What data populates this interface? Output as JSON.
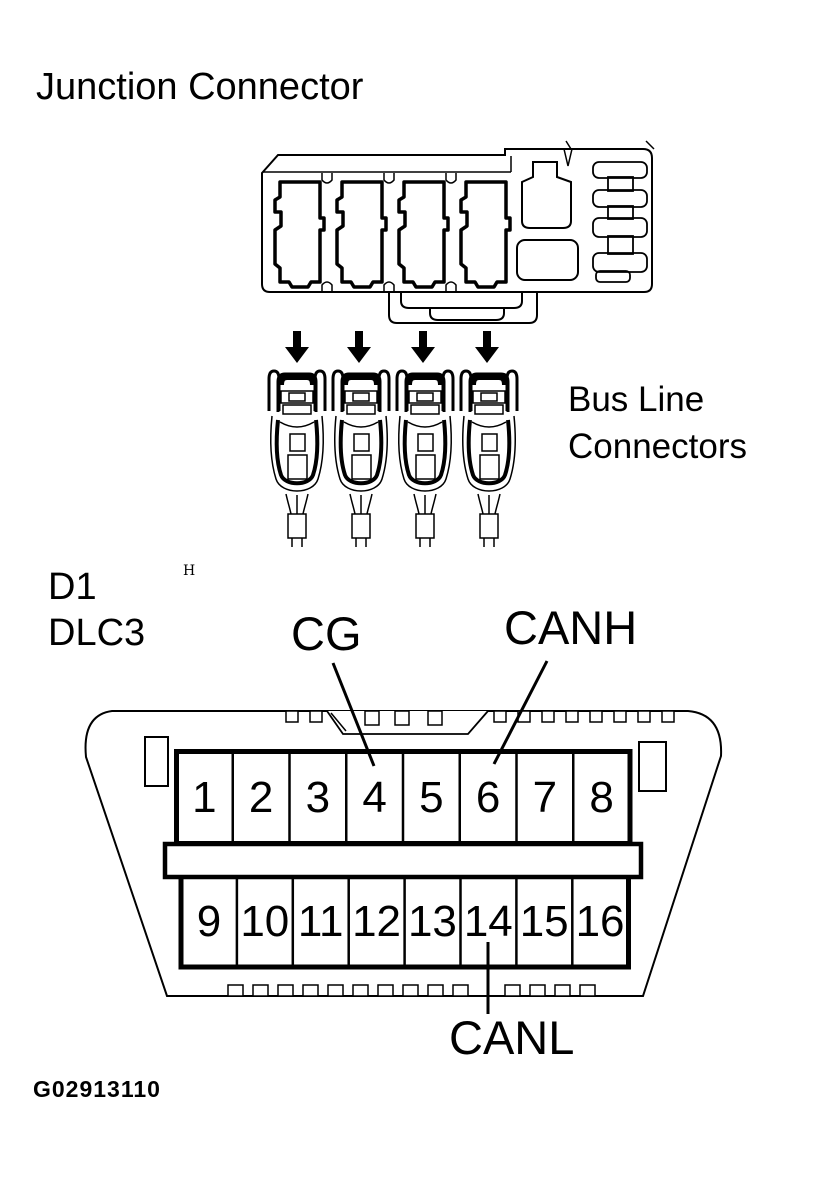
{
  "title": "Junction Connector",
  "bus_line_label": "Bus Line Connectors",
  "figure_id": "G02913110",
  "colors": {
    "line": "#000000",
    "background": "#ffffff"
  },
  "dlc3": {
    "id_label": "D1",
    "name_label": "DLC3",
    "h_mark": "H",
    "pin_labels": {
      "cg": "CG",
      "canh": "CANH",
      "canl": "CANL"
    },
    "pin_assignments": {
      "4": "CG",
      "6": "CANH",
      "14": "CANL"
    },
    "pins_top": [
      "1",
      "2",
      "3",
      "4",
      "5",
      "6",
      "7",
      "8"
    ],
    "pins_bottom": [
      "9",
      "10",
      "11",
      "12",
      "13",
      "14",
      "15",
      "16"
    ]
  }
}
